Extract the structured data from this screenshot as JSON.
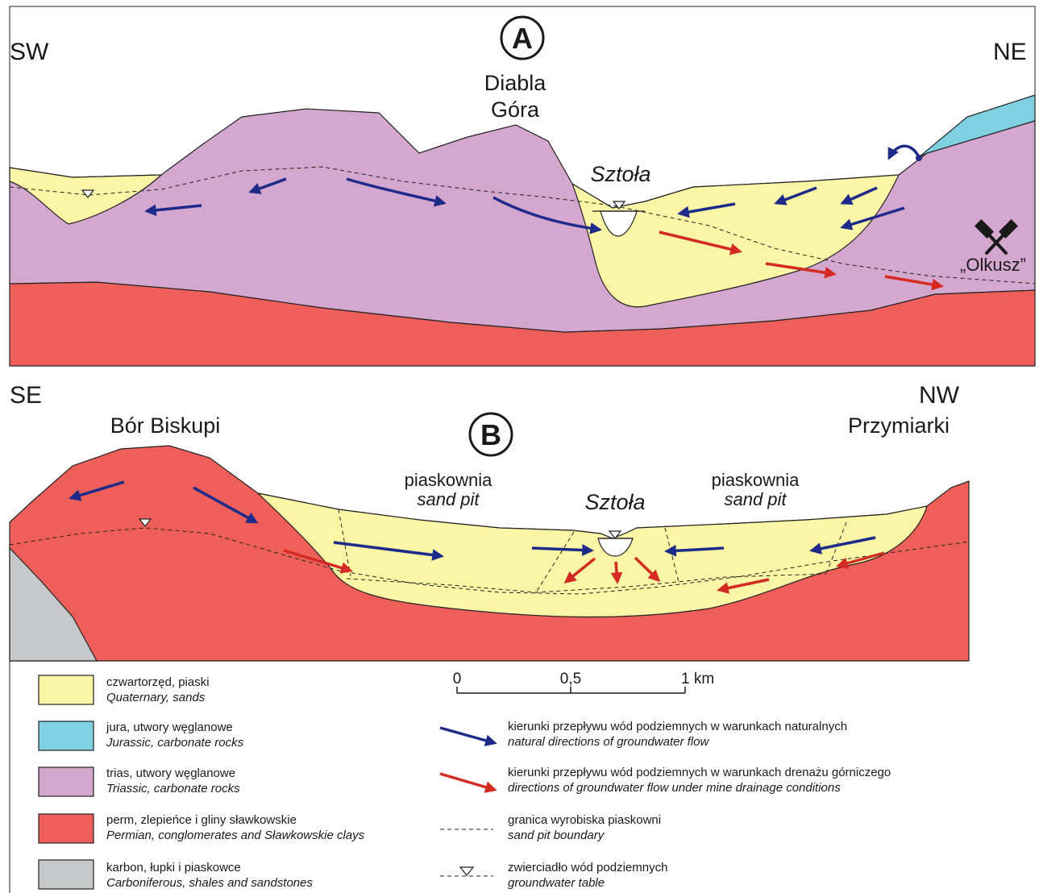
{
  "colors": {
    "quaternary": "#fbf5a6",
    "jurassic": "#7fd0e0",
    "triassic": "#d4a7cf",
    "permian": "#ef5f59",
    "carboniferous": "#c6c7c9",
    "natural_arrow": "#1e2a8a",
    "drainage_arrow": "#d42a22"
  },
  "section_a": {
    "badge": "A",
    "left_dir": "SW",
    "right_dir": "NE",
    "place_line1": "Diabla",
    "place_line2": "Góra",
    "river": "Sztoła",
    "mine": "„Olkusz”",
    "mine_icon": "crossed-hammers-icon"
  },
  "section_b": {
    "badge": "B",
    "left_dir": "SE",
    "right_dir": "NW",
    "left_place": "Bór Biskupi",
    "right_place": "Przymiarki",
    "river": "Sztoła",
    "pit_label_pl": "piaskownia",
    "pit_label_en": "sand pit"
  },
  "scale": {
    "ticks": [
      "0",
      "0,5",
      "1 km"
    ]
  },
  "legend_units": [
    {
      "pl": "czwartorzęd, piaski",
      "en": "Quaternary, sands",
      "color_key": "quaternary"
    },
    {
      "pl": "jura, utwory węglanowe",
      "en": "Jurassic, carbonate rocks",
      "color_key": "jurassic"
    },
    {
      "pl": "trias, utwory węglanowe",
      "en": "Triassic, carbonate rocks",
      "color_key": "triassic"
    },
    {
      "pl": "perm, zlepieńce i gliny sławkowskie",
      "en": "Permian, conglomerates and Sławkowskie clays",
      "color_key": "permian"
    },
    {
      "pl": "karbon, łupki i piaskowce",
      "en": "Carboniferous, shales and sandstones",
      "color_key": "carboniferous"
    }
  ],
  "legend_symbols": [
    {
      "pl": "kierunki przepływu wód podziemnych w warunkach naturalnych",
      "en": "natural directions of groundwater flow"
    },
    {
      "pl": "kierunki przepływu wód podziemnych w warunkach drenażu górniczego",
      "en": "directions of groundwater flow under mine drainage conditions"
    },
    {
      "pl": "granica wyrobiska piaskowni",
      "en": "sand pit boundary"
    },
    {
      "pl": "zwierciadło wód podziemnych",
      "en": "groundwater table"
    }
  ]
}
